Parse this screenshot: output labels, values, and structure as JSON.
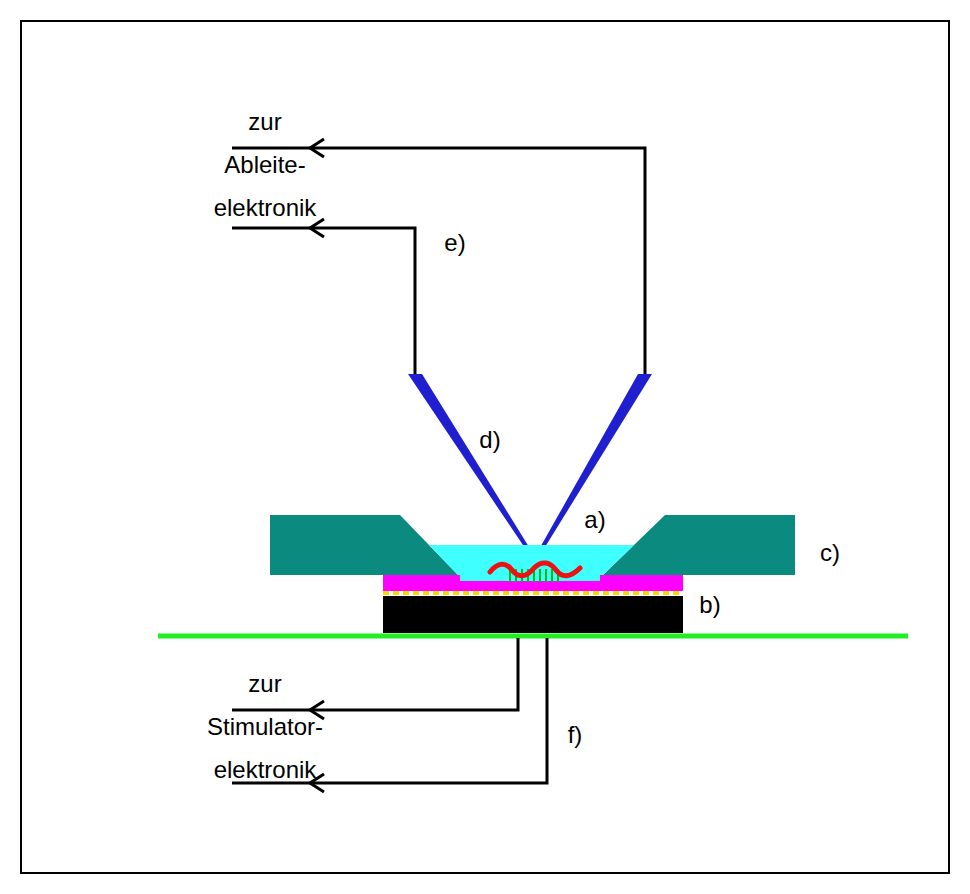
{
  "diagram": {
    "labels": [
      "zur Ableite- elektronik",
      "e)",
      "d)",
      "a)",
      "c)",
      "b)",
      "zur Stimulator- elektronik",
      "f)"
    ]
  }
}
